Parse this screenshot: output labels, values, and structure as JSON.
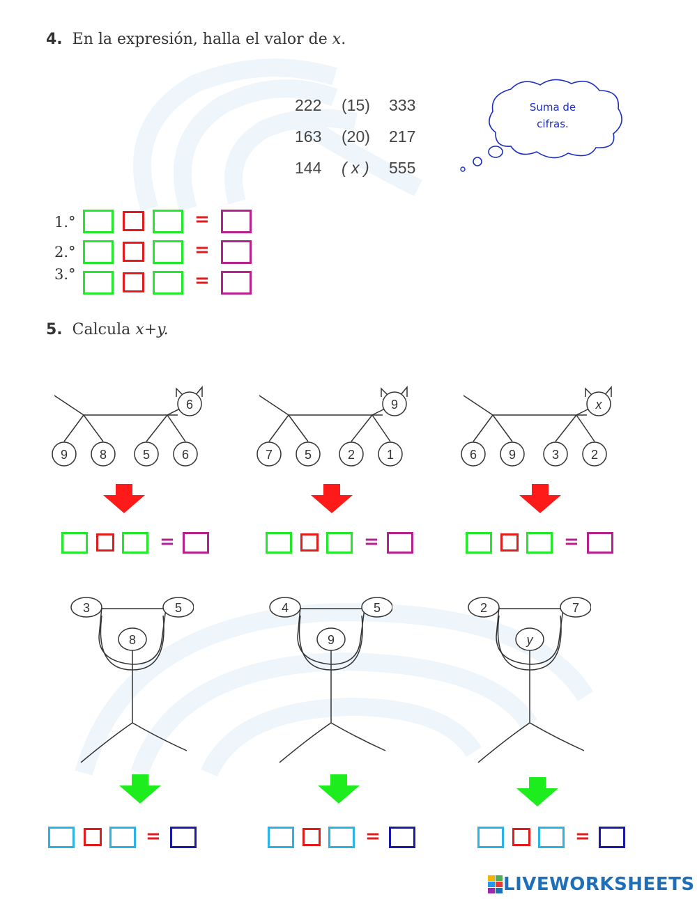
{
  "q4": {
    "number": "4.",
    "text_before": "En la expresión, halla el valor de",
    "var": "x",
    "rows": [
      [
        "222",
        "(15)",
        "333"
      ],
      [
        "163",
        "(20)",
        "217"
      ],
      [
        "144",
        "( x )",
        "555"
      ]
    ],
    "bubble_line1": "Suma de",
    "bubble_line2": "cifras.",
    "steps": [
      "1.°",
      "2.°",
      "3.°"
    ],
    "equals": "="
  },
  "q5": {
    "number": "5.",
    "text_before": "Calcula",
    "expr": "x+y.",
    "cats": [
      {
        "head": "6",
        "feet": [
          "9",
          "8",
          "5",
          "6"
        ]
      },
      {
        "head": "9",
        "feet": [
          "7",
          "5",
          "2",
          "1"
        ]
      },
      {
        "head": "x",
        "feet": [
          "6",
          "9",
          "3",
          "2"
        ]
      }
    ],
    "figures": [
      {
        "left": "3",
        "right": "5",
        "center": "8"
      },
      {
        "left": "4",
        "right": "5",
        "center": "9"
      },
      {
        "left": "2",
        "right": "7",
        "center": "y"
      }
    ],
    "equals": "="
  },
  "colors": {
    "green": "#22e82a",
    "red": "#e31b1b",
    "magenta": "#b5228d",
    "cyan": "#2ab4e6",
    "navy": "#1a1aa8",
    "bubble": "#1c2fbd"
  },
  "footer": {
    "logo_text": "LIVEWORKSHEETS"
  }
}
